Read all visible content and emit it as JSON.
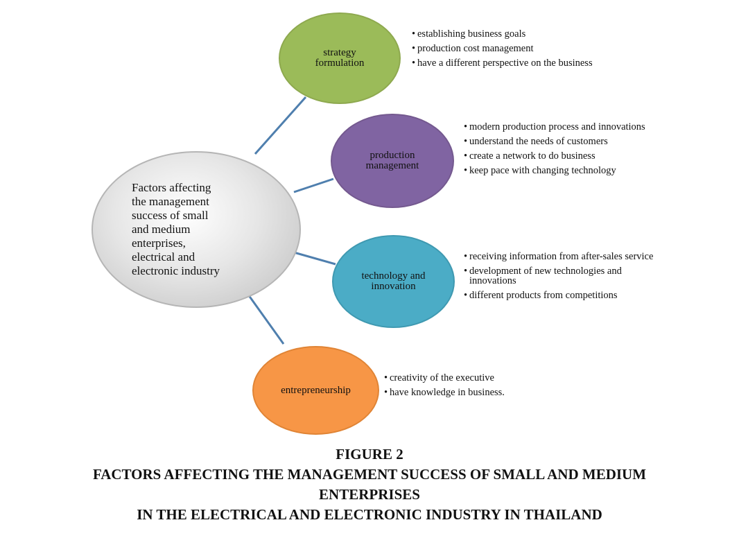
{
  "center": {
    "label": "Factors affecting\nthe management\nsuccess of small\nand medium\nenterprises,\nelectrical and\nelectronic industry"
  },
  "factors": [
    {
      "id": "strategy",
      "label": "strategy\nformulation",
      "color": "#9bbb59",
      "items": [
        "establishing business goals",
        "production cost management",
        "have a different perspective on the business"
      ]
    },
    {
      "id": "production",
      "label": "production\nmanagement",
      "color": "#8064a2",
      "items": [
        "modern production process and innovations",
        "understand the needs of customers",
        "create a network to do business",
        "keep pace with changing technology"
      ]
    },
    {
      "id": "technology",
      "label": "technology and\ninnovation",
      "color": "#4bacc6",
      "items": [
        "receiving information from after-sales service",
        "development of new technologies and innovations",
        "different products from competitions"
      ]
    },
    {
      "id": "entrepreneurship",
      "label": "entrepreneurship",
      "color": "#f79646",
      "items": [
        "creativity of the executive",
        "have knowledge in business."
      ]
    }
  ],
  "caption": {
    "figure_label": "FIGURE 2",
    "line1": "FACTORS AFFECTING THE MANAGEMENT SUCCESS OF SMALL AND MEDIUM",
    "line2": "ENTERPRISES",
    "line3": "IN THE ELECTRICAL AND ELECTRONIC INDUSTRY IN THAILAND"
  }
}
